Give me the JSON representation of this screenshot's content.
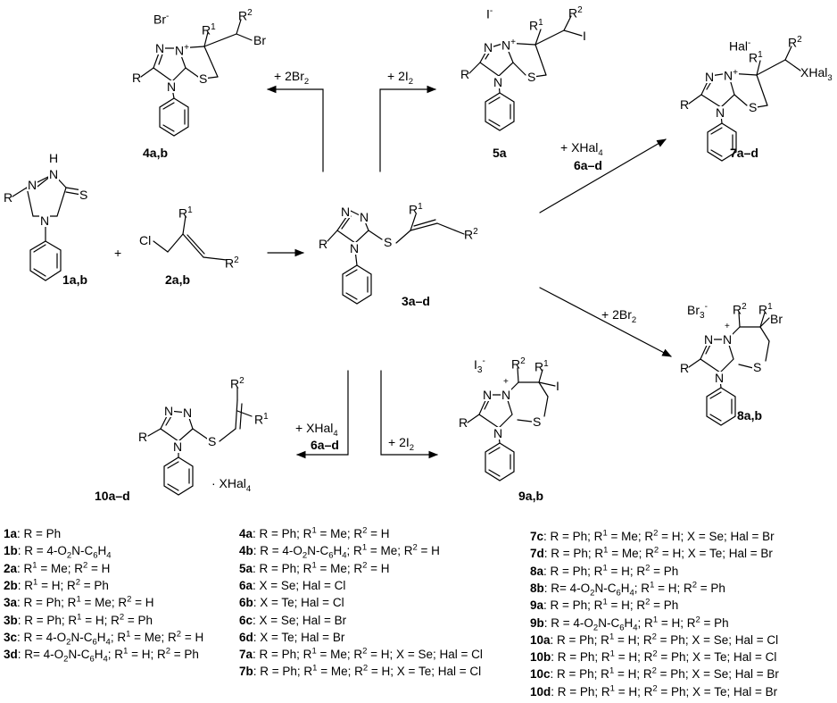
{
  "compounds": {
    "c1": "1a,b",
    "c2": "2a,b",
    "c3": "3a–d",
    "c4": "4a,b",
    "c5": "5a",
    "c7": "7a–d",
    "c8": "8a,b",
    "c9": "9a,b",
    "c10": "10a–d"
  },
  "reagents": {
    "to4": "+ 2Br2",
    "to5": "+ 2I2",
    "to7": "+ XHal4",
    "to7_ref": "6a–d",
    "to8": "+ 2Br2",
    "to9": "+ 2I2",
    "to10": "+ XHal4",
    "to10_ref": "6a–d",
    "plus": "+"
  },
  "counterions": {
    "c4": "Br",
    "c5": "I",
    "c7": "Hal",
    "c8": "Br3",
    "c9": "I3",
    "c10": "· XHal4"
  },
  "legend": {
    "col1": [
      {
        "id": "1a",
        "text": "R = Ph"
      },
      {
        "id": "1b",
        "text": "R = 4-O2N-C6H4"
      },
      {
        "id": "2a",
        "text": "R1 = Me; R2 = H"
      },
      {
        "id": "2b",
        "text": "R1 = H; R2 = Ph"
      },
      {
        "id": "3a",
        "text": "R = Ph; R1 = Me; R2 = H"
      },
      {
        "id": "3b",
        "text": "R = Ph; R1 = H; R2 = Ph"
      },
      {
        "id": "3c",
        "text": "R = 4-O2N-C6H4; R1 = Me; R2 = H"
      },
      {
        "id": "3d",
        "text": "R= 4-O2N-C6H4; R1 = H; R2 = Ph"
      }
    ],
    "col2": [
      {
        "id": "4a",
        "text": "R = Ph; R1 = Me; R2 = H"
      },
      {
        "id": "4b",
        "text": "R = 4-O2N-C6H4; R1 = Me; R2 = H"
      },
      {
        "id": "5a",
        "text": "R = Ph; R1 = Me; R2 = H"
      },
      {
        "id": "6a",
        "text": "X = Se; Hal = Cl"
      },
      {
        "id": "6b",
        "text": "X = Te; Hal = Cl"
      },
      {
        "id": "6c",
        "text": "X = Se; Hal = Br"
      },
      {
        "id": "6d",
        "text": "X = Te; Hal = Br"
      },
      {
        "id": "7a",
        "text": "R = Ph; R1 = Me; R2 = H; X = Se; Hal = Cl"
      },
      {
        "id": "7b",
        "text": "R = Ph; R1 = Me; R2 = H; X = Te; Hal = Cl"
      }
    ],
    "col3": [
      {
        "id": "7c",
        "text": "R = Ph; R1 = Me; R2 = H; X = Se; Hal = Br"
      },
      {
        "id": "7d",
        "text": "R = Ph; R1 = Me; R2 = H; X = Te; Hal = Br"
      },
      {
        "id": "8a",
        "text": "R = Ph; R1 = H; R2 = Ph"
      },
      {
        "id": "8b",
        "text": "R= 4-O2N-C6H4; R1 = H; R2 = Ph"
      },
      {
        "id": "9a",
        "text": "R = Ph; R1 = H; R2 = Ph"
      },
      {
        "id": "9b",
        "text": "R = 4-O2N-C6H4; R1 = H; R2 = Ph"
      },
      {
        "id": "10a",
        "text": "R = Ph; R1 = H; R2 = Ph; X = Se; Hal = Cl"
      },
      {
        "id": "10b",
        "text": "R = Ph; R1 = H; R2 = Ph; X = Te; Hal = Cl"
      },
      {
        "id": "10c",
        "text": "R = Ph; R1 = H; R2 = Ph; X = Se; Hal = Br"
      },
      {
        "id": "10d",
        "text": "R = Ph; R1 = H; R2 = Ph; X = Te; Hal = Br"
      }
    ]
  }
}
